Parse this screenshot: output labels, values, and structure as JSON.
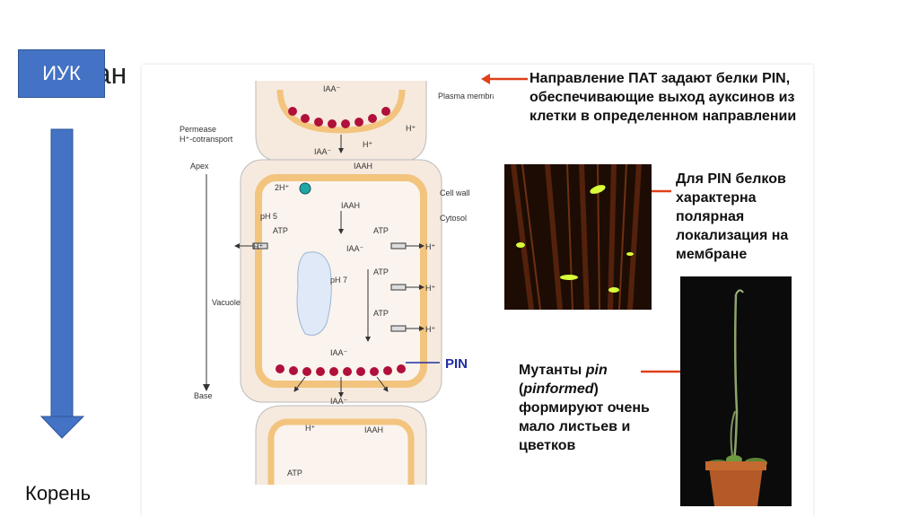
{
  "slide": {
    "title_fragment": "ран",
    "iuk_label": "ИУК",
    "root_label": "Корень"
  },
  "diagram": {
    "iaa_minus": "IAA⁻",
    "iaah": "IAAH",
    "h_plus": "H⁺",
    "two_h_plus": "2H⁺",
    "atp": "ATP",
    "plasma_membrane": "Plasma membrane",
    "permease": "Permease",
    "cotransport": "H⁺-cotransport",
    "apex": "Apex",
    "base": "Base",
    "cell_wall": "Cell wall",
    "cytosol": "Cytosol",
    "ph5": "pH 5",
    "ph7": "pH 7",
    "vacuole": "Vacuole",
    "pin": "PIN"
  },
  "captions": {
    "pat_direction": "Направление ПАТ задают белки PIN, обеспечивающие выход ауксинов из клетки в определенном направлении",
    "pin_polar": "Для PIN белков характерна полярная локализация на мембране",
    "mutants_prefix": "Мутанты ",
    "mutants_italic": "pin",
    "mutants_paren_open": "(",
    "mutants_pinformed": "pinformed",
    "mutants_paren_close": ")",
    "mutants_rest": "формируют очень мало листьев и цветков"
  },
  "colors": {
    "arrow_blue": "#4472c4",
    "caption_arrow": "#e0401a",
    "pin_red": "#b0103a",
    "cell_wall": "#f2c47e",
    "pin_line": "#1f2fa0"
  }
}
